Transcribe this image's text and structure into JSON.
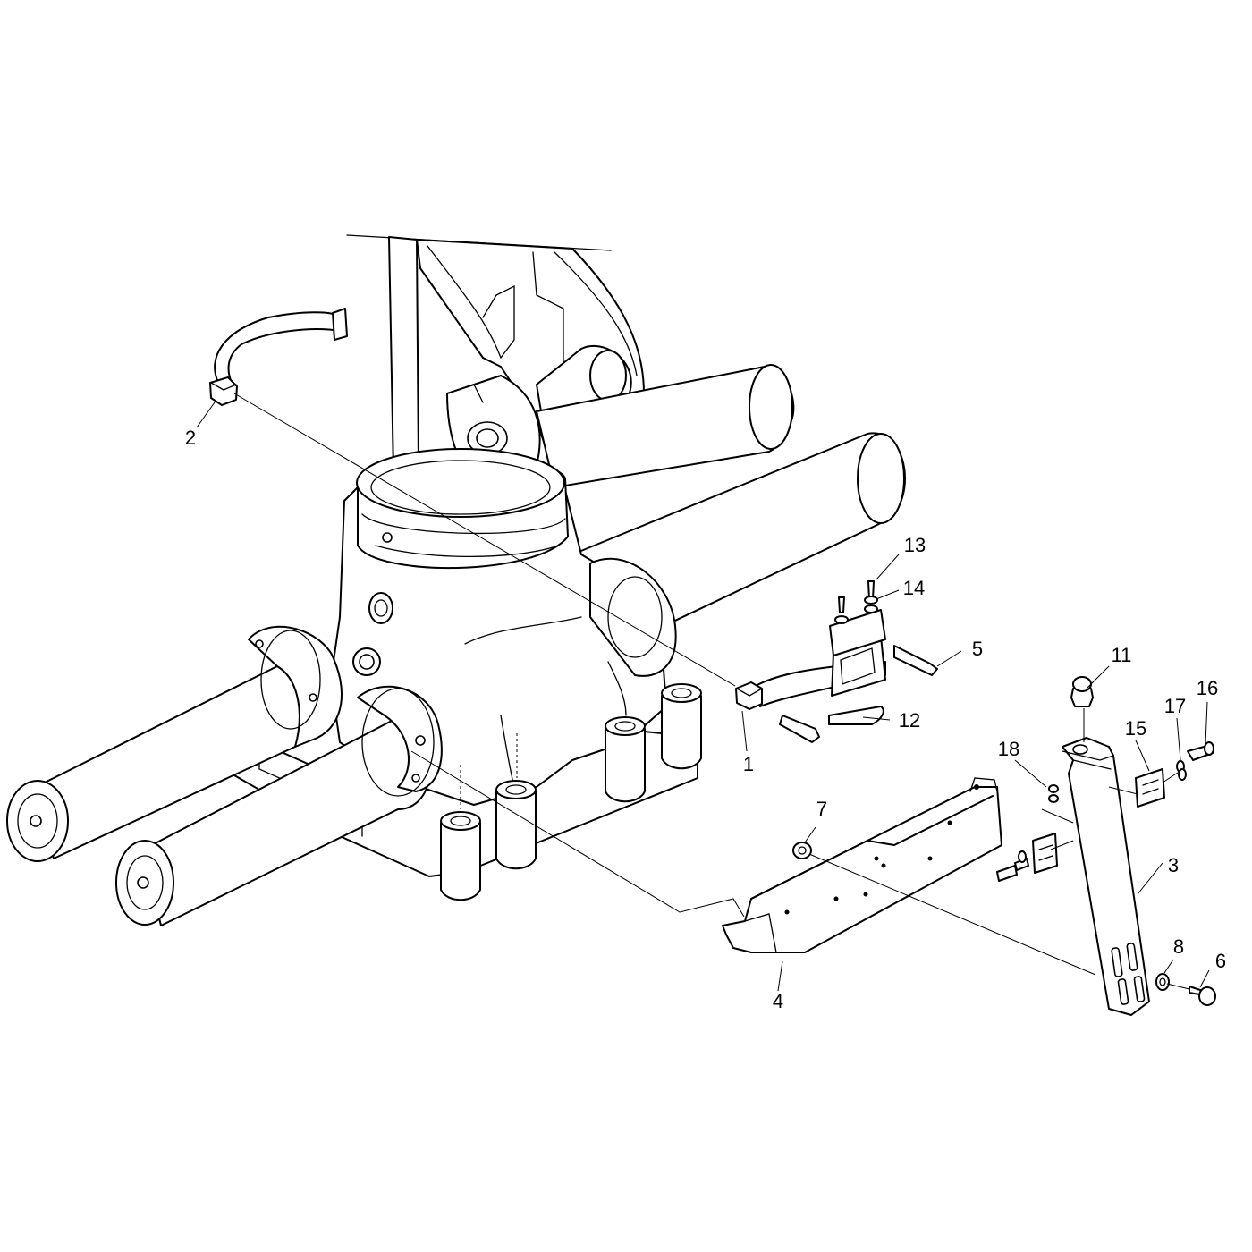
{
  "diagram": {
    "callouts": [
      {
        "id": "1",
        "label": "1"
      },
      {
        "id": "2",
        "label": "2"
      },
      {
        "id": "3",
        "label": "3"
      },
      {
        "id": "4",
        "label": "4"
      },
      {
        "id": "5",
        "label": "5"
      },
      {
        "id": "6",
        "label": "6"
      },
      {
        "id": "7",
        "label": "7"
      },
      {
        "id": "8",
        "label": "8"
      },
      {
        "id": "11",
        "label": "11"
      },
      {
        "id": "12",
        "label": "12"
      },
      {
        "id": "13",
        "label": "13"
      },
      {
        "id": "14",
        "label": "14"
      },
      {
        "id": "15",
        "label": "15"
      },
      {
        "id": "16",
        "label": "16"
      },
      {
        "id": "17",
        "label": "17"
      },
      {
        "id": "18",
        "label": "18"
      }
    ]
  }
}
